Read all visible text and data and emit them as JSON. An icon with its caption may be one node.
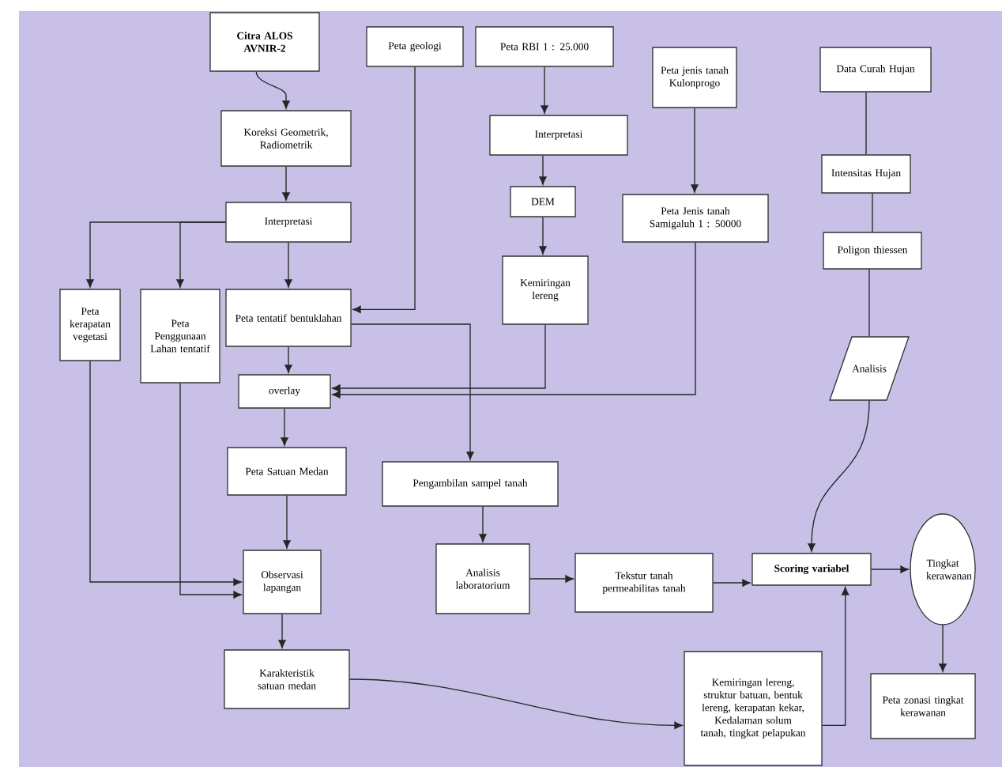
{
  "diagram": {
    "nodes": [
      {
        "text": [
          "Citra ALOS AVNIR-2"
        ]
      },
      {
        "text": [
          "Koreksi Geometrik, Radiometrik"
        ]
      },
      {
        "text": [
          "Interpretasi"
        ]
      },
      {
        "text": [
          "Peta geologi"
        ]
      },
      {
        "text": [
          "Peta RBI 1 : 25.000"
        ]
      },
      {
        "text": [
          "Interpretasi"
        ]
      },
      {
        "text": [
          "DEM"
        ]
      },
      {
        "text": [
          "Kemiringan lereng"
        ]
      },
      {
        "text": [
          "Peta jenis tanah Kulonprogo"
        ]
      },
      {
        "text": [
          "Peta Jenis tanah Samigaluh 1 : 50000"
        ]
      },
      {
        "text": [
          "Data Curah Hujan"
        ]
      },
      {
        "text": [
          "Intensitas Hujan"
        ]
      },
      {
        "text": [
          "Poligon thiessen"
        ]
      },
      {
        "text": [
          "Analisis"
        ]
      },
      {
        "text": [
          "Peta kerapatan vegetasi"
        ]
      },
      {
        "text": [
          "Peta Penggunaan Lahan tentatif"
        ]
      },
      {
        "text": [
          "Peta tentatif bentuklahan"
        ]
      },
      {
        "text": [
          "overlay"
        ]
      },
      {
        "text": [
          "Peta Satuan Medan"
        ]
      },
      {
        "text": [
          "Pengambilan sampel tanah"
        ]
      },
      {
        "text": [
          "Observasi lapangan"
        ]
      },
      {
        "text": [
          "Analisis laboratorium"
        ]
      },
      {
        "text": [
          "Tekstur tanah permeabilitas tanah"
        ]
      },
      {
        "text": [
          "Scoring variabel"
        ]
      },
      {
        "text": [
          "Tingkat kerawanan"
        ]
      },
      {
        "text": [
          "Karakteristik satuan medan"
        ]
      },
      {
        "text": [
          "Kemiringan lereng, struktur batuan, bentuk lereng, kerapatan kekar, Kedalaman solum tanah, tingkat pelapukan"
        ]
      },
      {
        "text": [
          "Peta zonasi tingkat kerawanan"
        ]
      }
    ],
    "edges": [
      {
        "from": 0,
        "to": 1,
        "arrow": "to"
      },
      {
        "from": 1,
        "to": 2,
        "arrow": "to"
      },
      {
        "from": 2,
        "to": 14,
        "arrow": "to"
      },
      {
        "from": 2,
        "to": 15,
        "arrow": "to"
      },
      {
        "from": 2,
        "to": 16,
        "arrow": "to"
      },
      {
        "from": 3,
        "to": 16,
        "arrow": "to"
      },
      {
        "from": 4,
        "to": 5,
        "arrow": "to"
      },
      {
        "from": 5,
        "to": 6,
        "arrow": "to"
      },
      {
        "from": 6,
        "to": 7,
        "arrow": "to"
      },
      {
        "from": 7,
        "to": 17,
        "arrow": "to"
      },
      {
        "from": 8,
        "to": 9,
        "arrow": "to"
      },
      {
        "from": 9,
        "to": 17,
        "arrow": "to"
      },
      {
        "from": 10,
        "to": 11,
        "arrow": "none"
      },
      {
        "from": 11,
        "to": 12,
        "arrow": "none"
      },
      {
        "from": 12,
        "to": 13,
        "arrow": "none"
      },
      {
        "from": 13,
        "to": 23,
        "arrow": "to"
      },
      {
        "from": 16,
        "to": 17,
        "arrow": "to"
      },
      {
        "from": 16,
        "to": 19,
        "arrow": "to"
      },
      {
        "from": 17,
        "to": 18,
        "arrow": "to"
      },
      {
        "from": 18,
        "to": 20,
        "arrow": "to"
      },
      {
        "from": 14,
        "to": 20,
        "arrow": "to"
      },
      {
        "from": 15,
        "to": 20,
        "arrow": "to"
      },
      {
        "from": 20,
        "to": 25,
        "arrow": "to"
      },
      {
        "from": 19,
        "to": 21,
        "arrow": "to"
      },
      {
        "from": 21,
        "to": 22,
        "arrow": "to"
      },
      {
        "from": 22,
        "to": 23,
        "arrow": "to"
      },
      {
        "from": 23,
        "to": 24,
        "arrow": "to"
      },
      {
        "from": 24,
        "to": 27,
        "arrow": "to"
      },
      {
        "from": 25,
        "to": 26,
        "arrow": "to"
      },
      {
        "from": 26,
        "to": 23,
        "arrow": "to"
      }
    ]
  }
}
